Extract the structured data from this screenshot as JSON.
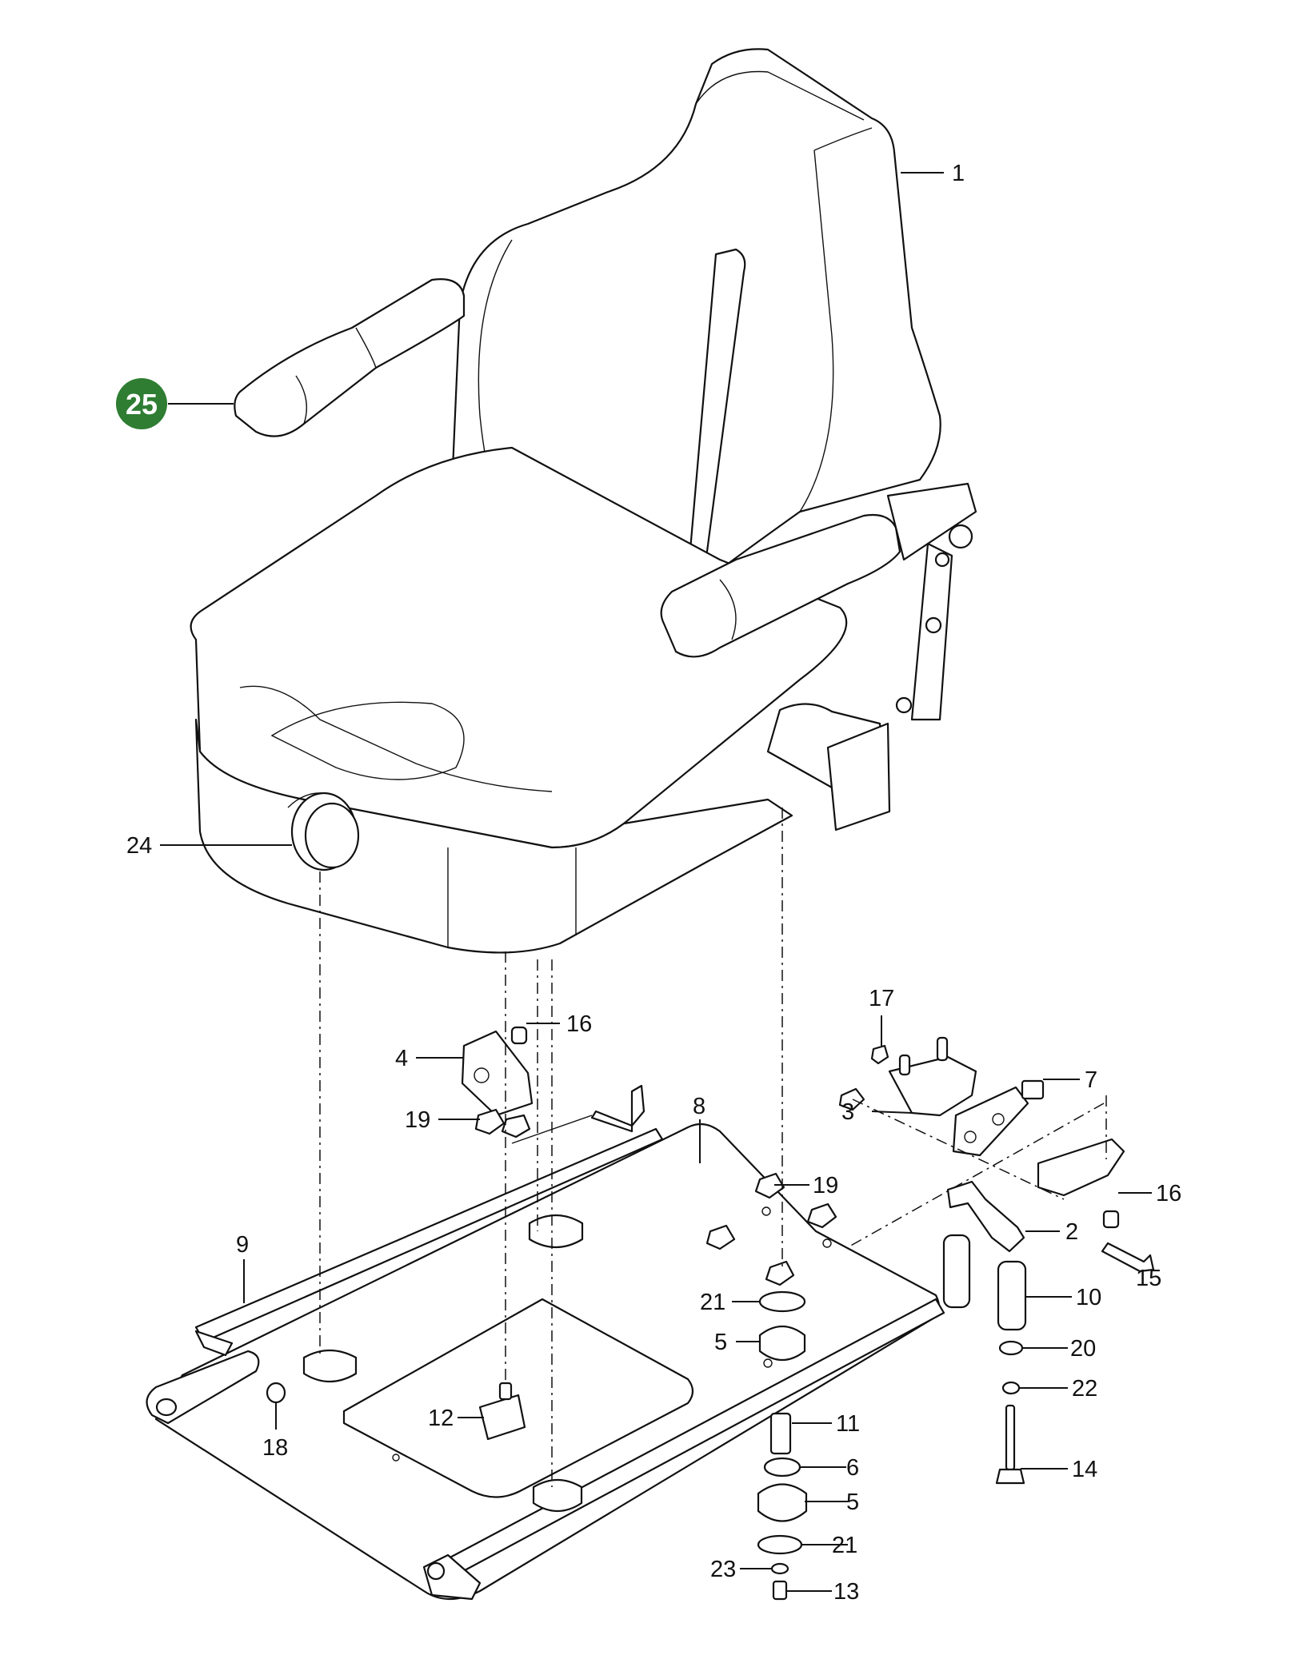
{
  "highlight": {
    "label": "25",
    "color": "#2e7d32"
  },
  "callouts": [
    "1",
    "2",
    "3",
    "4",
    "5",
    "5",
    "6",
    "7",
    "8",
    "9",
    "10",
    "11",
    "12",
    "13",
    "14",
    "15",
    "16",
    "16",
    "17",
    "18",
    "19",
    "19",
    "20",
    "21",
    "21",
    "22",
    "23",
    "24"
  ]
}
